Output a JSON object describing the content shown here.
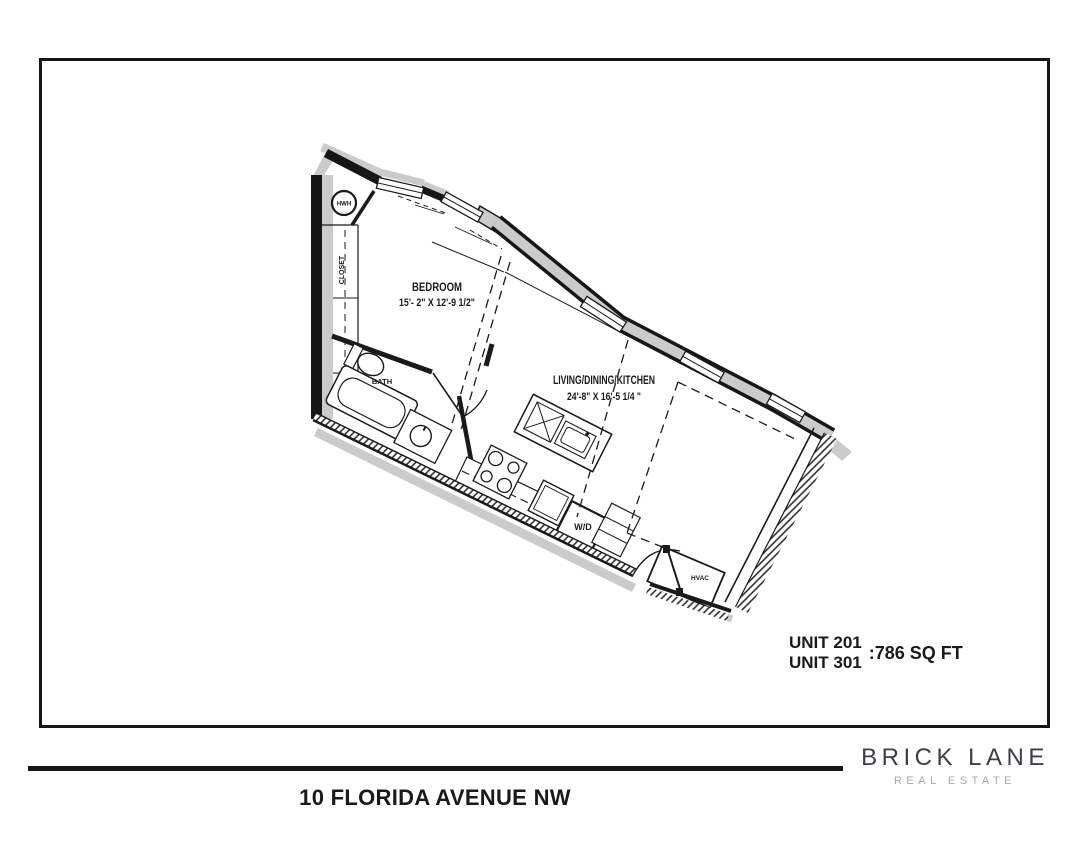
{
  "page": {
    "address": "10 FLORIDA AVENUE NW",
    "unit_labels": {
      "unit_1": "UNIT 201",
      "unit_2": "UNIT 301",
      "area": ":786 SQ FT"
    },
    "logo": {
      "brand": "BRICK LANE",
      "tagline": "REAL ESTATE"
    }
  },
  "floorplan": {
    "rooms": [
      {
        "name": "bedroom",
        "label": "BEDROOM",
        "dimensions": "15'- 2\" X 12'-9 1/2\""
      },
      {
        "name": "living-dining-kitchen",
        "label": "LIVING/DINING/KITCHEN",
        "dimensions": "24'-8\" X 16'-5 1/4 \""
      },
      {
        "name": "bath",
        "label": "BATH"
      },
      {
        "name": "closet",
        "label": "CLOSET"
      }
    ],
    "fixtures": {
      "hwh": "HWH",
      "washer_dryer": "W/D",
      "hvac": "HVAC"
    },
    "colors": {
      "wall_fill": "#cbcbcb",
      "line": "#1a1a1a"
    }
  }
}
